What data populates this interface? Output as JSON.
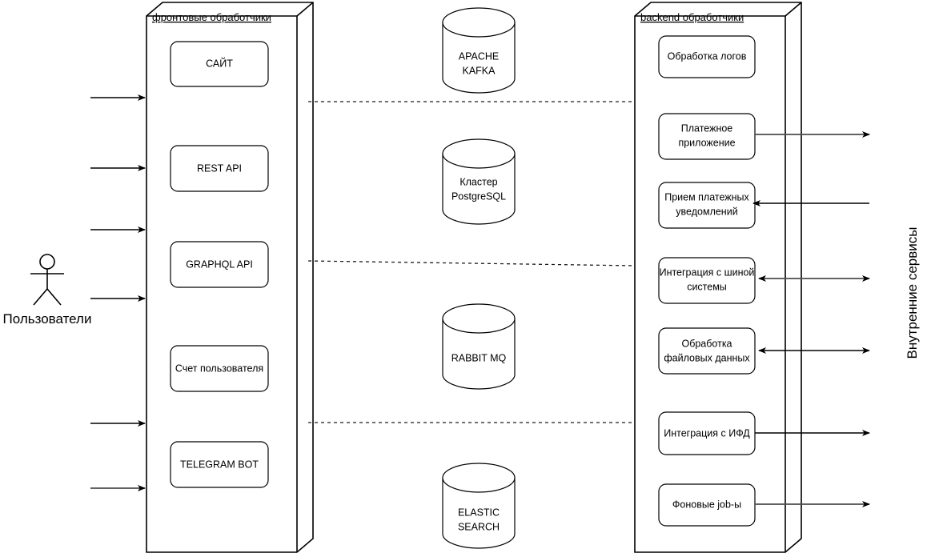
{
  "diagram": {
    "title": "System architecture diagram",
    "background_color": "#ffffff",
    "stroke_color": "#000000",
    "gray_stroke_color": "#4d4d4d"
  },
  "actor": {
    "label": "Пользователи",
    "icon": "stick-figure-actor-icon"
  },
  "frontend_container": {
    "title": "фронтовые обработчики",
    "components": [
      {
        "label": "САЙТ"
      },
      {
        "label": "REST API"
      },
      {
        "label": "GRAPHQL API"
      },
      {
        "label": "Счет пользователя"
      },
      {
        "label": "TELEGRAM BOT"
      }
    ]
  },
  "middleware_stores": [
    {
      "label_lines": [
        "APACHE",
        "KAFKA"
      ],
      "icon": "database-cylinder-icon"
    },
    {
      "label_lines": [
        "Кластер",
        "PostgreSQL"
      ],
      "icon": "database-cylinder-icon"
    },
    {
      "label_lines": [
        "RABBIT MQ"
      ],
      "icon": "database-cylinder-icon"
    },
    {
      "label_lines": [
        "ELASTIC",
        "SEARCH"
      ],
      "icon": "database-cylinder-icon"
    }
  ],
  "backend_container": {
    "title": "backend обработчики",
    "components": [
      {
        "label_lines": [
          "Обработка логов"
        ],
        "arrow": "none"
      },
      {
        "label_lines": [
          "Платежное",
          "приложение"
        ],
        "arrow": "out"
      },
      {
        "label_lines": [
          "Прием платежных",
          "уведомлений"
        ],
        "arrow": "in"
      },
      {
        "label_lines": [
          "Интеграция с шиной",
          "системы"
        ],
        "arrow": "both"
      },
      {
        "label_lines": [
          "Обработка",
          "файловых данных"
        ],
        "arrow": "both"
      },
      {
        "label_lines": [
          "Интеграция с ИФД"
        ],
        "arrow": "out"
      },
      {
        "label_lines": [
          "Фоновые job-ы"
        ],
        "arrow": "out"
      }
    ]
  },
  "right_side_label": {
    "label": "Внутренние сервисы",
    "orientation": "vertical-bottom-to-top"
  },
  "user_flow_arrows": {
    "count": 6,
    "direction": "right",
    "description": "Стрелки от пользователей к фронтовым обработчикам"
  }
}
